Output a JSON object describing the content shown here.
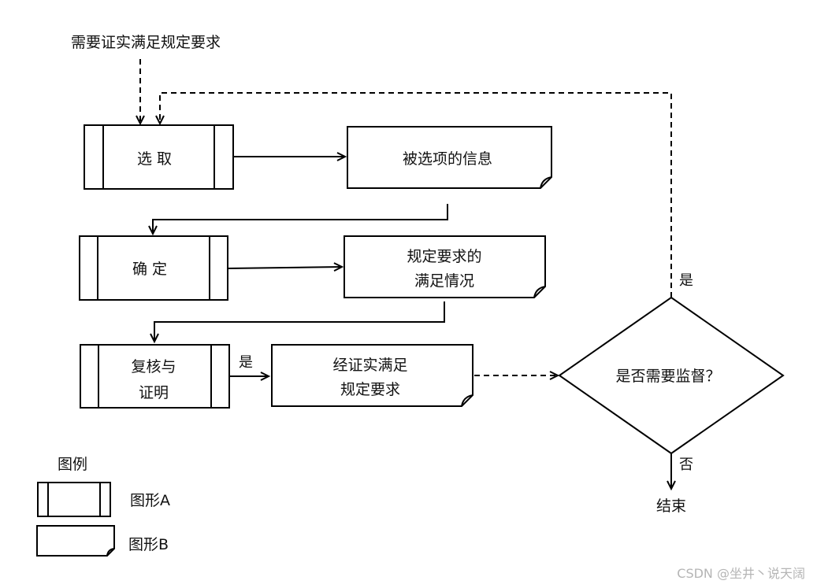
{
  "diagram": {
    "trigger_text": "需要证实满足规定要求",
    "process": {
      "select": "选  取",
      "confirm": "确  定",
      "review_line1": "复核与",
      "review_line2": "证明"
    },
    "documents": {
      "selected_info": "被选项的信息",
      "status_line1": "规定要求的",
      "status_line2": "满足情况",
      "verified_line1": "经证实满足",
      "verified_line2": "规定要求"
    },
    "decision": {
      "question": "是否需要监督？",
      "yes": "是",
      "no": "否",
      "end": "结束"
    },
    "review_yes": "是"
  },
  "legend": {
    "title": "图例",
    "shape_a": "图形A",
    "shape_b": "图形B"
  },
  "watermark": "CSDN @坐井丶说天阔"
}
